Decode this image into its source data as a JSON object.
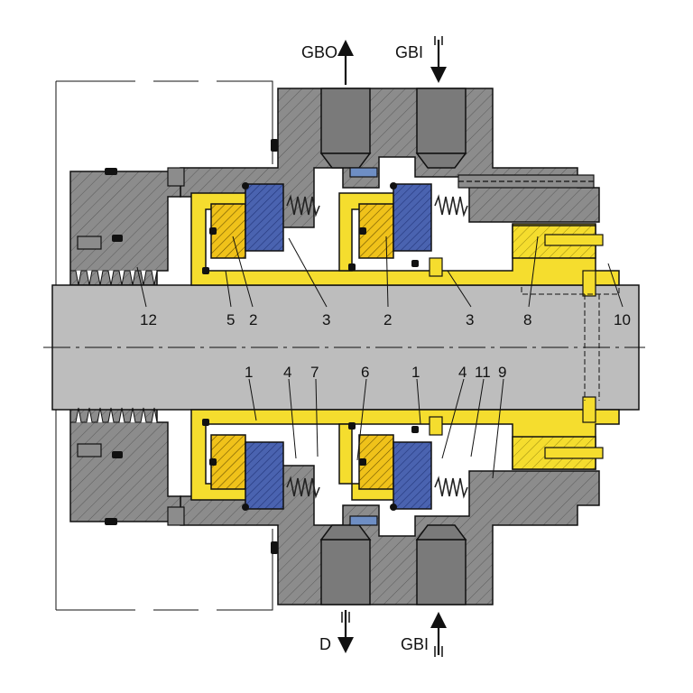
{
  "ports": {
    "gbo_top": "GBO",
    "gbi_top": "GBI",
    "d_bottom": "D",
    "gbi_bottom": "GBI"
  },
  "labels": {
    "upper": [
      "12",
      "5",
      "2",
      "3",
      "2",
      "3",
      "8",
      "10"
    ],
    "lower": [
      "1",
      "4",
      "7",
      "6",
      "1",
      "4",
      "11",
      "9"
    ]
  },
  "colors": {
    "housing": "#8c8c8c",
    "housing_dark": "#6d6d6d",
    "shaft": "#bdbdbd",
    "rotating": "#f5dd2e",
    "seal_face": "#f0c21a",
    "stationary_face": "#4a63b0",
    "oring": "#111111",
    "blue_small": "#6e8ec4",
    "spring": "#222222",
    "line": "#111111"
  }
}
